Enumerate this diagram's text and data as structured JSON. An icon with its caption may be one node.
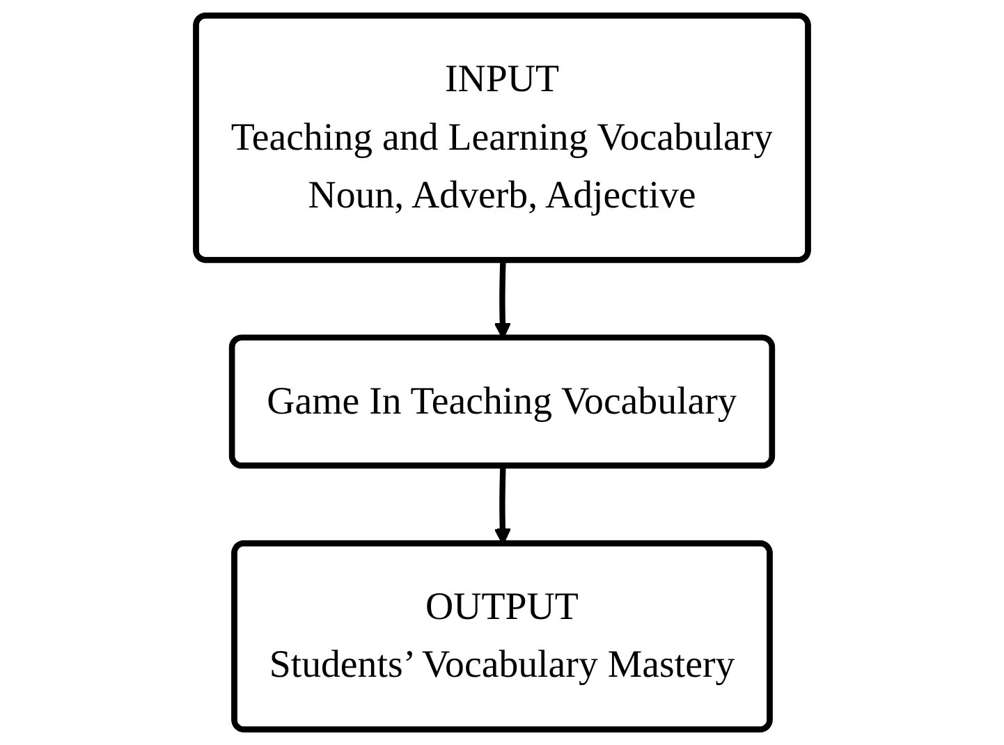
{
  "diagram": {
    "nodes": [
      {
        "text": [
          "INPUT",
          "Teaching and Learning Vocabulary",
          "Noun, Adverb, Adjective"
        ]
      },
      {
        "text": [
          "Game In Teaching Vocabulary"
        ]
      },
      {
        "text": [
          "OUTPUT",
          "Students’ Vocabulary Mastery"
        ]
      }
    ],
    "edges": [
      {
        "from": 0,
        "to": 1,
        "arrow": "to"
      },
      {
        "from": 1,
        "to": 2,
        "arrow": "to"
      }
    ]
  }
}
